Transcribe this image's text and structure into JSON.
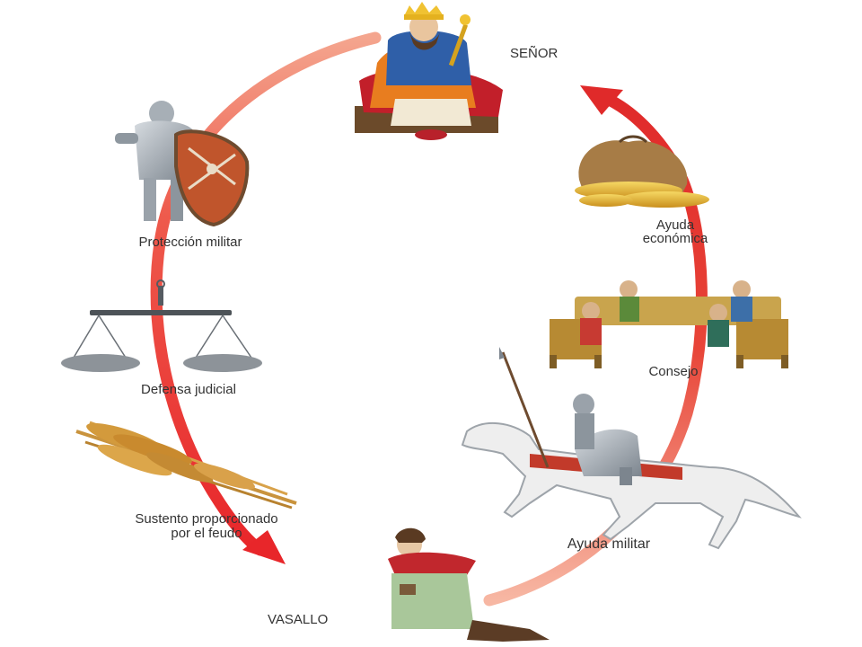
{
  "title": "",
  "nodes": {
    "senor": {
      "label": "SEÑOR",
      "icon": "crowned-king-icon"
    },
    "vasallo": {
      "label": "VASALLO",
      "icon": "kneeling-vassal-icon"
    }
  },
  "left_chain": {
    "direction": "senor-to-vasallo",
    "items": [
      {
        "label": "Protección militar",
        "icon": "armored-knight-shield-icon"
      },
      {
        "label": "Defensa judicial",
        "icon": "balance-scale-icon"
      },
      {
        "label_lines": [
          "Sustento proporcionado",
          "por el feudo"
        ],
        "icon": "wheat-sheaf-icon"
      }
    ]
  },
  "right_chain": {
    "direction": "vasallo-to-senor",
    "items": [
      {
        "label": "Ayuda militar",
        "icon": "mounted-knight-horse-icon"
      },
      {
        "label": "Consejo",
        "icon": "council-table-icon"
      },
      {
        "label_lines": [
          "Ayuda",
          "económica"
        ],
        "icon": "money-bag-coins-icon"
      }
    ]
  },
  "colors": {
    "left_arc_start": "#f4a58e",
    "left_arc_end": "#e8262a",
    "right_arc_start": "#f7b7a3",
    "right_arc_end": "#e02a2a",
    "label_text": "#333333"
  }
}
